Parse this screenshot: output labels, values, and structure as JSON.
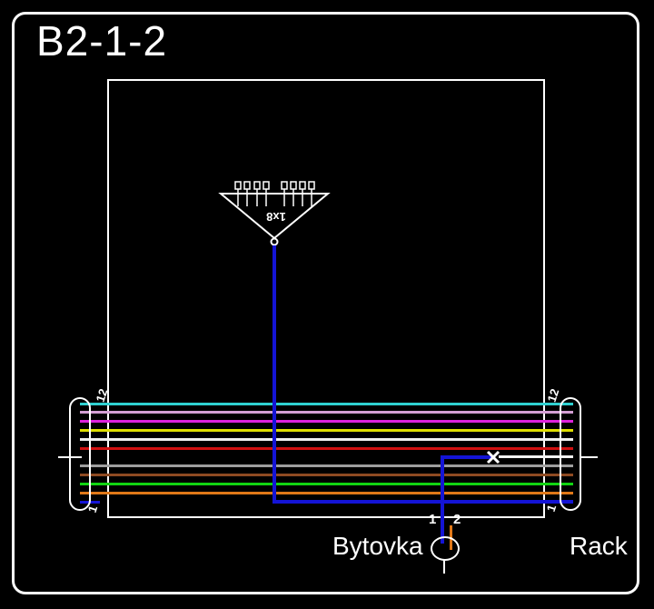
{
  "title": "B2-1-2",
  "colors": {
    "background": "#000000",
    "frame": "#ffffff",
    "blue_route": "#1414d6",
    "orange_pin": "#e07818",
    "white_wire": "#f2f2f2"
  },
  "splitter": {
    "label": "1x8",
    "ports": 8
  },
  "connectors": {
    "left": {
      "top_pin": "12",
      "bottom_pin": "1"
    },
    "right": {
      "top_pin": "12",
      "bottom_pin": "1"
    }
  },
  "labels": {
    "bytovka": "Bytovka",
    "rack": "Rack"
  },
  "bytovka_pins": {
    "pin1": "1",
    "pin2": "2"
  },
  "marks": {
    "cut_mark": "x-cross-on-white-wire"
  },
  "wires": [
    {
      "pin": 12,
      "name": "cyan",
      "color": "#2fd1d1"
    },
    {
      "pin": 11,
      "name": "violet",
      "color": "#d49fd4"
    },
    {
      "pin": 10,
      "name": "magenta",
      "color": "#dd22dd"
    },
    {
      "pin": 9,
      "name": "yellow",
      "color": "#dede00"
    },
    {
      "pin": 8,
      "name": "white",
      "color": "#f0f0f0"
    },
    {
      "pin": 7,
      "name": "red",
      "color": "#d01010"
    },
    {
      "pin": 6,
      "name": "white-segment-after-cut",
      "color": "#f2f2f2",
      "segments": [
        [
          549,
          631
        ]
      ]
    },
    {
      "pin": 5,
      "name": "gray",
      "color": "#9e9e9e"
    },
    {
      "pin": 4,
      "name": "brown",
      "color": "#8f4a22"
    },
    {
      "pin": 3,
      "name": "green",
      "color": "#12d412"
    },
    {
      "pin": 2,
      "name": "orange",
      "color": "#e07818"
    },
    {
      "pin": 1,
      "name": "blue",
      "color": "#1414d6",
      "segments": [
        [
          88,
          110
        ],
        [
          302,
          631
        ]
      ]
    }
  ]
}
